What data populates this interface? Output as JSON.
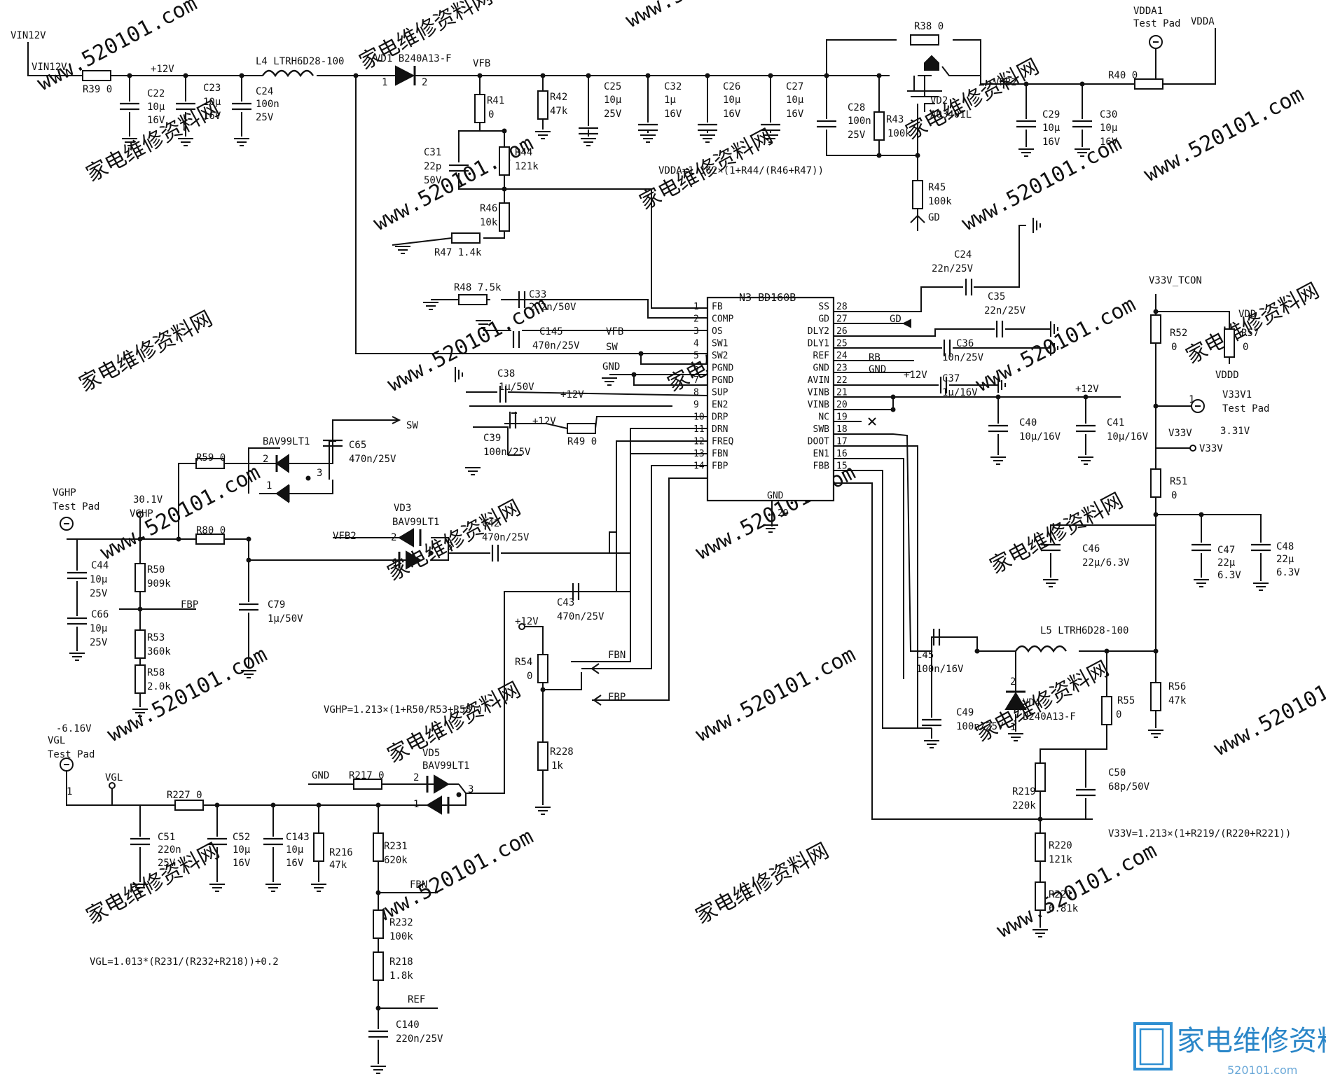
{
  "watermark": {
    "site": "www.520101.com",
    "cn": "家电维修资料网"
  },
  "logo": {
    "main": "家电维修资料网",
    "sub": "520101.com"
  },
  "chip": {
    "title": "N3 BD160B",
    "gnd_label": "GND",
    "gnd_pin": "29",
    "left_pins": [
      {
        "num": "1",
        "name": "FB"
      },
      {
        "num": "2",
        "name": "COMP"
      },
      {
        "num": "3",
        "name": "OS"
      },
      {
        "num": "4",
        "name": "SW1"
      },
      {
        "num": "5",
        "name": "SW2"
      },
      {
        "num": "6",
        "name": "PGND"
      },
      {
        "num": "7",
        "name": "PGND"
      },
      {
        "num": "8",
        "name": "SUP"
      },
      {
        "num": "9",
        "name": "EN2"
      },
      {
        "num": "10",
        "name": "DRP"
      },
      {
        "num": "11",
        "name": "DRN"
      },
      {
        "num": "12",
        "name": "FREQ"
      },
      {
        "num": "13",
        "name": "FBN"
      },
      {
        "num": "14",
        "name": "FBP"
      }
    ],
    "right_pins": [
      {
        "num": "28",
        "name": "SS"
      },
      {
        "num": "27",
        "name": "GD"
      },
      {
        "num": "26",
        "name": "DLY2"
      },
      {
        "num": "25",
        "name": "DLY1"
      },
      {
        "num": "24",
        "name": "REF"
      },
      {
        "num": "23",
        "name": "GND"
      },
      {
        "num": "22",
        "name": "AVIN"
      },
      {
        "num": "21",
        "name": "VINB"
      },
      {
        "num": "20",
        "name": "VINB"
      },
      {
        "num": "19",
        "name": "NC"
      },
      {
        "num": "18",
        "name": "SWB"
      },
      {
        "num": "17",
        "name": "DOOT"
      },
      {
        "num": "16",
        "name": "EN1"
      },
      {
        "num": "15",
        "name": "FBB"
      }
    ]
  },
  "formulas": {
    "vdda": "VDDA=1.162×(1+R44/(R46+R47))",
    "vghp": "VGHP=1.213×(1+R50/R53+R58))",
    "v33v": "V33V=1.213×(1+R219/(R220+R221))",
    "vgl": "VGL=1.013*(R231/(R232+R218))+0.2"
  },
  "labels": [
    {
      "id": "vin12v-top",
      "text": "VIN12V"
    },
    {
      "id": "vin12v-net",
      "text": "VIN12V"
    },
    {
      "id": "r39",
      "text": "R39  0"
    },
    {
      "id": "plus12v-top",
      "text": "+12V"
    },
    {
      "id": "c22",
      "text": "C22"
    },
    {
      "id": "c22v",
      "text": "10μ"
    },
    {
      "id": "c22w",
      "text": "16V"
    },
    {
      "id": "c23",
      "text": "C23"
    },
    {
      "id": "c23v",
      "text": "10μ"
    },
    {
      "id": "c23w",
      "text": "16V"
    },
    {
      "id": "c24a",
      "text": "C24"
    },
    {
      "id": "c24av",
      "text": "100n"
    },
    {
      "id": "c24aw",
      "text": "25V"
    },
    {
      "id": "l4",
      "text": "L4 LTRH6D28-100"
    },
    {
      "id": "vd1",
      "text": "VD1 B240A13-F"
    },
    {
      "id": "vd1p1",
      "text": "1"
    },
    {
      "id": "vd1p2",
      "text": "2"
    },
    {
      "id": "vfb-top",
      "text": "VFB"
    },
    {
      "id": "r41",
      "text": "R41"
    },
    {
      "id": "r41v",
      "text": "0"
    },
    {
      "id": "r42",
      "text": "R42"
    },
    {
      "id": "r42v",
      "text": "47k"
    },
    {
      "id": "c25",
      "text": "C25"
    },
    {
      "id": "c25v",
      "text": "10μ"
    },
    {
      "id": "c25w",
      "text": "25V"
    },
    {
      "id": "c32",
      "text": "C32"
    },
    {
      "id": "c32v",
      "text": "1μ"
    },
    {
      "id": "c32w",
      "text": "16V"
    },
    {
      "id": "c26",
      "text": "C26"
    },
    {
      "id": "c26v",
      "text": "10μ"
    },
    {
      "id": "c26w",
      "text": "16V"
    },
    {
      "id": "c27",
      "text": "C27"
    },
    {
      "id": "c27v",
      "text": "10μ"
    },
    {
      "id": "c27w",
      "text": "16V"
    },
    {
      "id": "r38",
      "text": "R38  0"
    },
    {
      "id": "c28",
      "text": "C28"
    },
    {
      "id": "c28v",
      "text": "100n"
    },
    {
      "id": "c28w",
      "text": "25V"
    },
    {
      "id": "r43",
      "text": "R43"
    },
    {
      "id": "r43v",
      "text": "100k"
    },
    {
      "id": "vd2",
      "text": "VD2"
    },
    {
      "id": "vd2p",
      "text": "AO3401L"
    },
    {
      "id": "vfb2-top",
      "text": "VFB2"
    },
    {
      "id": "r40",
      "text": "R40  0"
    },
    {
      "id": "vdda1",
      "text": "VDDA1"
    },
    {
      "id": "vdda1tp",
      "text": "Test Pad"
    },
    {
      "id": "vdda",
      "text": "VDDA"
    },
    {
      "id": "c29",
      "text": "C29"
    },
    {
      "id": "c29v",
      "text": "10μ"
    },
    {
      "id": "c29w",
      "text": "16V"
    },
    {
      "id": "c30",
      "text": "C30"
    },
    {
      "id": "c30v",
      "text": "10μ"
    },
    {
      "id": "c30w",
      "text": "16V"
    },
    {
      "id": "c31",
      "text": "C31"
    },
    {
      "id": "c31v",
      "text": "22p"
    },
    {
      "id": "c31w",
      "text": "50V"
    },
    {
      "id": "r44",
      "text": "R44"
    },
    {
      "id": "r44v",
      "text": "121k"
    },
    {
      "id": "r46",
      "text": "R46"
    },
    {
      "id": "r46v",
      "text": "10k"
    },
    {
      "id": "r47",
      "text": "R47  1.4k"
    },
    {
      "id": "r45",
      "text": "R45"
    },
    {
      "id": "r45v",
      "text": "100k"
    },
    {
      "id": "gd-r45",
      "text": "GD"
    },
    {
      "id": "c24b",
      "text": "C24"
    },
    {
      "id": "c24bv",
      "text": "22n/25V"
    },
    {
      "id": "c35",
      "text": "C35"
    },
    {
      "id": "c35v",
      "text": "22n/25V"
    },
    {
      "id": "r48",
      "text": "R48  7.5k"
    },
    {
      "id": "c33",
      "text": "C33"
    },
    {
      "id": "c33v",
      "text": "2.2n/50V"
    },
    {
      "id": "c145",
      "text": "C145"
    },
    {
      "id": "c145v",
      "text": "470n/25V"
    },
    {
      "id": "vfb-mid",
      "text": "VFB"
    },
    {
      "id": "sw-mid",
      "text": "SW"
    },
    {
      "id": "gnd-mid",
      "text": "GND"
    },
    {
      "id": "c38",
      "text": "C38"
    },
    {
      "id": "c38v",
      "text": "1μ/50V"
    },
    {
      "id": "plus12v-c38",
      "text": "+12V"
    },
    {
      "id": "c39",
      "text": "C39"
    },
    {
      "id": "c39v",
      "text": "100n/25V"
    },
    {
      "id": "plus12v-c39",
      "text": "+12V"
    },
    {
      "id": "r49",
      "text": "R49  0"
    },
    {
      "id": "gd-pin",
      "text": "GD"
    },
    {
      "id": "c36",
      "text": "C36"
    },
    {
      "id": "c36v",
      "text": "10n/25V"
    },
    {
      "id": "rb",
      "text": "RB"
    },
    {
      "id": "gnd-23",
      "text": "GND"
    },
    {
      "id": "plus12v-22",
      "text": "+12V"
    },
    {
      "id": "c37",
      "text": "C37"
    },
    {
      "id": "c37v",
      "text": "1μ/16V"
    },
    {
      "id": "plus12v-21",
      "text": "+12V"
    },
    {
      "id": "c40",
      "text": "C40"
    },
    {
      "id": "c40v",
      "text": "10μ/16V"
    },
    {
      "id": "c41",
      "text": "C41"
    },
    {
      "id": "c41v",
      "text": "10μ/16V"
    },
    {
      "id": "v33v-tcon",
      "text": "V33V_TCON"
    },
    {
      "id": "vdd",
      "text": "VDD"
    },
    {
      "id": "r52",
      "text": "R52"
    },
    {
      "id": "r52v",
      "text": "0"
    },
    {
      "id": "r57",
      "text": "R57"
    },
    {
      "id": "r57v",
      "text": "0"
    },
    {
      "id": "vddd",
      "text": "VDDD"
    },
    {
      "id": "v33v1",
      "text": "V33V1"
    },
    {
      "id": "v33v1tp",
      "text": "Test Pad"
    },
    {
      "id": "tp1",
      "text": "1"
    },
    {
      "id": "v33v-a",
      "text": "V33V"
    },
    {
      "id": "v331",
      "text": "3.31V"
    },
    {
      "id": "v33v-b",
      "text": "V33V"
    },
    {
      "id": "r51",
      "text": "R51"
    },
    {
      "id": "r51v",
      "text": "0"
    },
    {
      "id": "c46",
      "text": "C46"
    },
    {
      "id": "c46v",
      "text": "22μ/6.3V"
    },
    {
      "id": "c47",
      "text": "C47"
    },
    {
      "id": "c47v",
      "text": "22μ"
    },
    {
      "id": "c47w",
      "text": "6.3V"
    },
    {
      "id": "c48",
      "text": "C48"
    },
    {
      "id": "c48v",
      "text": "22μ"
    },
    {
      "id": "c48w",
      "text": "6.3V"
    },
    {
      "id": "bav99-1",
      "text": "BAV99LT1"
    },
    {
      "id": "sw-arrow",
      "text": "SW"
    },
    {
      "id": "c65",
      "text": "C65"
    },
    {
      "id": "c65v",
      "text": "470n/25V"
    },
    {
      "id": "r59",
      "text": "R59  0"
    },
    {
      "id": "d1p2",
      "text": "2"
    },
    {
      "id": "d1p1",
      "text": "1"
    },
    {
      "id": "d1p3",
      "text": "3"
    },
    {
      "id": "vghp-tp",
      "text": "VGHP"
    },
    {
      "id": "vghp-tptext",
      "text": "Test Pad"
    },
    {
      "id": "v301",
      "text": "30.1V"
    },
    {
      "id": "vghp-net",
      "text": "VGHP"
    },
    {
      "id": "r80",
      "text": "R80  0"
    },
    {
      "id": "vd3",
      "text": "VD3"
    },
    {
      "id": "vd3p",
      "text": "BAV99LT1"
    },
    {
      "id": "vfb2-mid",
      "text": "VFB2"
    },
    {
      "id": "vd3p2",
      "text": "2"
    },
    {
      "id": "vd3p1",
      "text": "1"
    },
    {
      "id": "vd3p3",
      "text": "3"
    },
    {
      "id": "c42",
      "text": "C42"
    },
    {
      "id": "c42v",
      "text": "470n/25V"
    },
    {
      "id": "c44",
      "text": "C44"
    },
    {
      "id": "c44v",
      "text": "10μ"
    },
    {
      "id": "c44w",
      "text": "25V"
    },
    {
      "id": "c66",
      "text": "C66"
    },
    {
      "id": "c66v",
      "text": "10μ"
    },
    {
      "id": "c66w",
      "text": "25V"
    },
    {
      "id": "r50",
      "text": "R50"
    },
    {
      "id": "r50v",
      "text": "909k"
    },
    {
      "id": "fbp-r50",
      "text": "FBP"
    },
    {
      "id": "r53",
      "text": "R53"
    },
    {
      "id": "r53v",
      "text": "360k"
    },
    {
      "id": "r58",
      "text": "R58"
    },
    {
      "id": "r58v",
      "text": "2.0k"
    },
    {
      "id": "c79",
      "text": "C79"
    },
    {
      "id": "c79v",
      "text": "1μ/50V"
    },
    {
      "id": "c43",
      "text": "C43"
    },
    {
      "id": "c43v",
      "text": "470n/25V"
    },
    {
      "id": "plus12v-r54",
      "text": "+12V"
    },
    {
      "id": "r54",
      "text": "R54"
    },
    {
      "id": "r54v",
      "text": "0"
    },
    {
      "id": "fbn-arrow",
      "text": "FBN"
    },
    {
      "id": "fbp-arrow",
      "text": "FBP"
    },
    {
      "id": "r228",
      "text": "R228"
    },
    {
      "id": "r228v",
      "text": "1k"
    },
    {
      "id": "vgl-v",
      "text": "-6.16V"
    },
    {
      "id": "vgl-tp",
      "text": "VGL"
    },
    {
      "id": "vgl-tptext",
      "text": "Test Pad"
    },
    {
      "id": "vgl-tp1",
      "text": "1"
    },
    {
      "id": "vgl-net",
      "text": "VGL"
    },
    {
      "id": "r227",
      "text": "R227  0"
    },
    {
      "id": "gnd-r217",
      "text": "GND"
    },
    {
      "id": "r217",
      "text": "R217  0"
    },
    {
      "id": "vd5",
      "text": "VD5"
    },
    {
      "id": "vd5p",
      "text": "BAV99LT1"
    },
    {
      "id": "vd5p2",
      "text": "2"
    },
    {
      "id": "vd5p1",
      "text": "1"
    },
    {
      "id": "vd5p3",
      "text": "3"
    },
    {
      "id": "c51",
      "text": "C51"
    },
    {
      "id": "c51v",
      "text": "220n"
    },
    {
      "id": "c51w",
      "text": "25V"
    },
    {
      "id": "c52",
      "text": "C52"
    },
    {
      "id": "c52v",
      "text": "10μ"
    },
    {
      "id": "c52w",
      "text": "16V"
    },
    {
      "id": "c143",
      "text": "C143"
    },
    {
      "id": "c143v",
      "text": "10μ"
    },
    {
      "id": "c143w",
      "text": "16V"
    },
    {
      "id": "r216",
      "text": "R216"
    },
    {
      "id": "r216v",
      "text": "47k"
    },
    {
      "id": "r231",
      "text": "R231"
    },
    {
      "id": "r231v",
      "text": "620k"
    },
    {
      "id": "fbn-r231",
      "text": "FBN"
    },
    {
      "id": "r232",
      "text": "R232"
    },
    {
      "id": "r232v",
      "text": "100k"
    },
    {
      "id": "r218",
      "text": "R218"
    },
    {
      "id": "r218v",
      "text": "1.8k"
    },
    {
      "id": "ref-r218",
      "text": "REF"
    },
    {
      "id": "c140",
      "text": "C140"
    },
    {
      "id": "c140v",
      "text": "220n/25V"
    },
    {
      "id": "c45",
      "text": "C45"
    },
    {
      "id": "c45v",
      "text": "100n/16V"
    },
    {
      "id": "l5",
      "text": "L5 LTRH6D28-100"
    },
    {
      "id": "vd4",
      "text": "VD4"
    },
    {
      "id": "vd4p",
      "text": "B240A13-F"
    },
    {
      "id": "vd4p2",
      "text": "2"
    },
    {
      "id": "vd4p1",
      "text": "1"
    },
    {
      "id": "c49",
      "text": "C49"
    },
    {
      "id": "c49v",
      "text": "100n/25V"
    },
    {
      "id": "r55",
      "text": "R55"
    },
    {
      "id": "r55v",
      "text": "0"
    },
    {
      "id": "r56",
      "text": "R56"
    },
    {
      "id": "r56v",
      "text": "47k"
    },
    {
      "id": "c50",
      "text": "C50"
    },
    {
      "id": "c50v",
      "text": "68p/50V"
    },
    {
      "id": "r219",
      "text": "R219"
    },
    {
      "id": "r219v",
      "text": "220k"
    },
    {
      "id": "r220",
      "text": "R220"
    },
    {
      "id": "r220v",
      "text": "121k"
    },
    {
      "id": "r221",
      "text": "R221"
    },
    {
      "id": "r221v",
      "text": "6.81k"
    }
  ]
}
